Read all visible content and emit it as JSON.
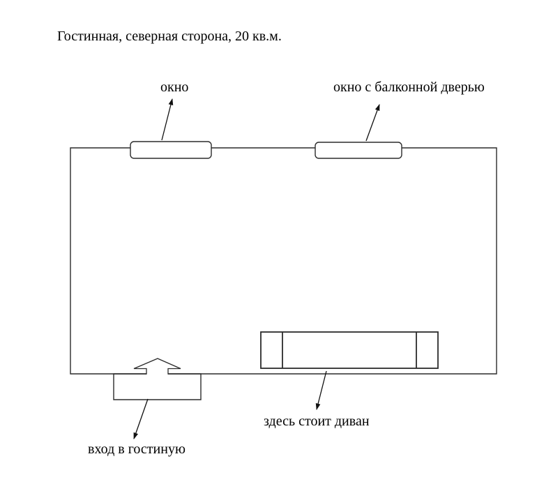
{
  "title": "Гостинная, северная сторона, 20 кв.м.",
  "labels": {
    "window": "окно",
    "balcony_window": "окно с балконной дверью",
    "sofa": "здесь стоит диван",
    "entrance": "вход в гостиную"
  },
  "colors": {
    "background": "#ffffff",
    "line": "#2b2b2b",
    "arrow": "#111111",
    "text": "#000000"
  }
}
